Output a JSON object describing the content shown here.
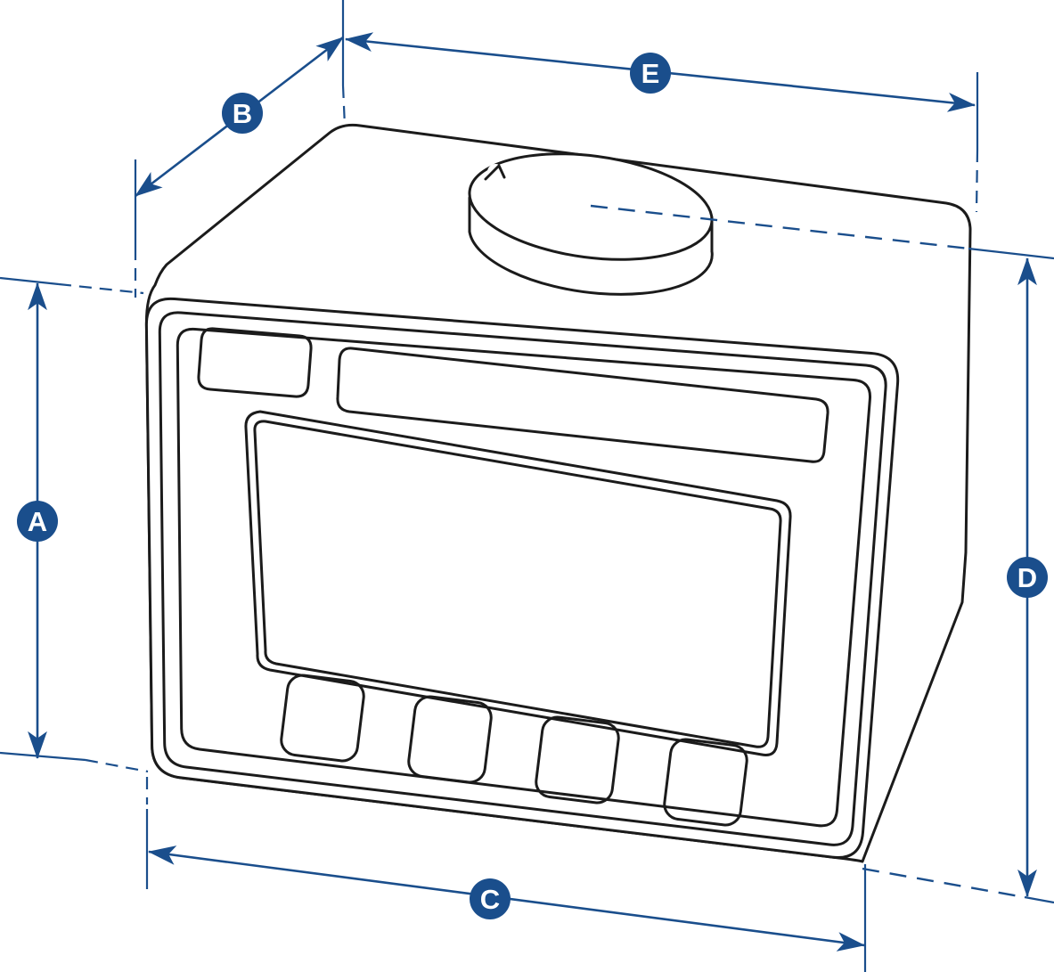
{
  "diagram": {
    "kind": "dimension-drawing",
    "subject": "instrument-display-unit-isometric",
    "colors": {
      "dimension_blue": "#1a4e8c",
      "line_black": "#1b1b1b",
      "background": "#ffffff",
      "label_text": "#ffffff"
    },
    "labels": [
      {
        "letter": "A",
        "placement": "left-vertical"
      },
      {
        "letter": "B",
        "placement": "upper-left-diagonal"
      },
      {
        "letter": "C",
        "placement": "bottom-horizontal"
      },
      {
        "letter": "D",
        "placement": "right-vertical"
      },
      {
        "letter": "E",
        "placement": "top-horizontal"
      }
    ]
  }
}
